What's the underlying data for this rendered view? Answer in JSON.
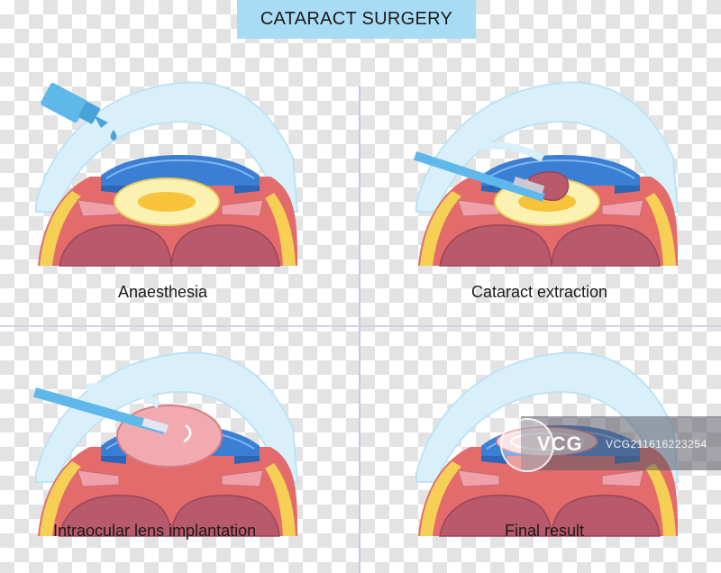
{
  "title": "CATARACT SURGERY",
  "panels": [
    {
      "caption": "Anaesthesia"
    },
    {
      "caption": "Cataract extraction"
    },
    {
      "caption": "Intraocular lens implantation"
    },
    {
      "caption": "Final result"
    }
  ],
  "watermark": {
    "logo": "VCG",
    "id": "VCG211616223254"
  },
  "colors": {
    "title_bg": "#a8dcf4",
    "cornea": "#d9f0fa",
    "iris": "#3b7fd4",
    "lens": "#fbf1b0",
    "nucleus": "#f7c33a",
    "sclera": "#e36b6b",
    "vitreous": "#b85a6c",
    "iol": "#f1aab0",
    "tool": "#5fb8ea"
  }
}
